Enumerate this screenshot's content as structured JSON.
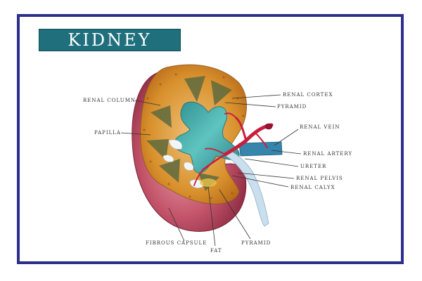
{
  "title": "KIDNEY",
  "labels": {
    "renal_column": "RENAL COLUMN",
    "papilla": "PAPILLA",
    "fibrous_capsule": "FIBROUS CAPSULE",
    "fat": "FAT",
    "renal_cortex": "RENAL CORTEX",
    "pyramid_top": "PYRAMID",
    "renal_vein": "RENAL VEIN",
    "renal_artery": "RENAL ARTERY",
    "ureter": "URETER",
    "renal_pelvis": "RENAL PELVIS",
    "renal_calyx": "RENAL CALYX",
    "pyramid_bottom": "PYRAMID"
  },
  "colors": {
    "frame": "#2e2f8a",
    "title_bg": "#1f6f7c",
    "capsule": "#b8435a",
    "cortex": "#d9912e",
    "pyramid": "#5a6a3a",
    "pelvis": "#3aa6a6",
    "ureter": "#c9e0ee",
    "vein": "#2f7fa8",
    "artery": "#c81e3c"
  }
}
